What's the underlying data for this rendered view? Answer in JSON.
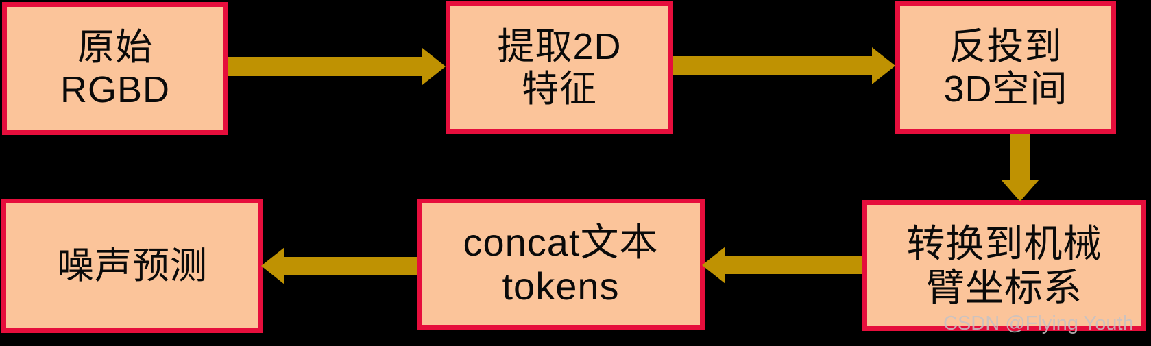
{
  "diagram": {
    "title_hint": "RGBD feature processing flowchart",
    "nodes": [
      {
        "id": "raw-rgbd",
        "lines": [
          "原始",
          "RGBD"
        ]
      },
      {
        "id": "extract-2d",
        "lines": [
          "提取2D",
          "特征"
        ]
      },
      {
        "id": "backproject-3d",
        "lines": [
          "反投到",
          "3D空间"
        ]
      },
      {
        "id": "transform-arm",
        "lines": [
          "转换到机械",
          "臂坐标系"
        ]
      },
      {
        "id": "concat-tokens",
        "lines": [
          "concat文本",
          "tokens"
        ]
      },
      {
        "id": "noise-predict",
        "lines": [
          "噪声预测"
        ]
      }
    ],
    "edges": [
      {
        "from": "raw-rgbd",
        "to": "extract-2d",
        "direction": "right"
      },
      {
        "from": "extract-2d",
        "to": "backproject-3d",
        "direction": "right"
      },
      {
        "from": "backproject-3d",
        "to": "transform-arm",
        "direction": "down"
      },
      {
        "from": "transform-arm",
        "to": "concat-tokens",
        "direction": "left"
      },
      {
        "from": "concat-tokens",
        "to": "noise-predict",
        "direction": "left"
      }
    ]
  },
  "watermark": {
    "text": "CSDN @Flying Youth"
  },
  "colors": {
    "background": "#000000",
    "box_fill": "#FBC49A",
    "box_border": "#E60E3C",
    "arrow": "#BF9202",
    "text": "#0A0A0A",
    "watermark": "#C6C2C5"
  }
}
